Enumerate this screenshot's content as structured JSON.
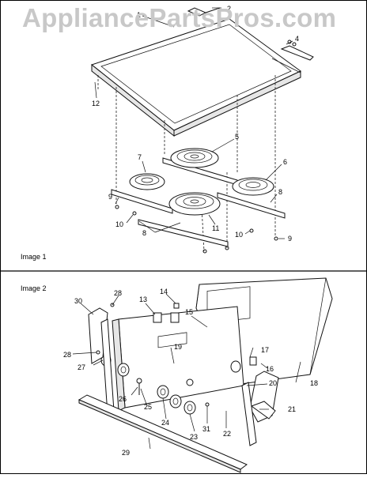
{
  "watermark": "AppliancePartsPros.com",
  "panels": [
    {
      "title": "Image 1"
    },
    {
      "title": "Image 2"
    }
  ],
  "callouts_image1": [
    "1",
    "2",
    "4",
    "5",
    "6",
    "7",
    "8",
    "8",
    "9",
    "9",
    "10",
    "10",
    "11",
    "12"
  ],
  "callouts_image2": [
    "13",
    "14",
    "15",
    "16",
    "17",
    "18",
    "19",
    "20",
    "21",
    "22",
    "23",
    "24",
    "25",
    "26",
    "27",
    "28",
    "28",
    "29",
    "30",
    "31"
  ],
  "colors": {
    "line": "#111111",
    "watermark": "#c8c8c8",
    "divider": "#000000"
  }
}
